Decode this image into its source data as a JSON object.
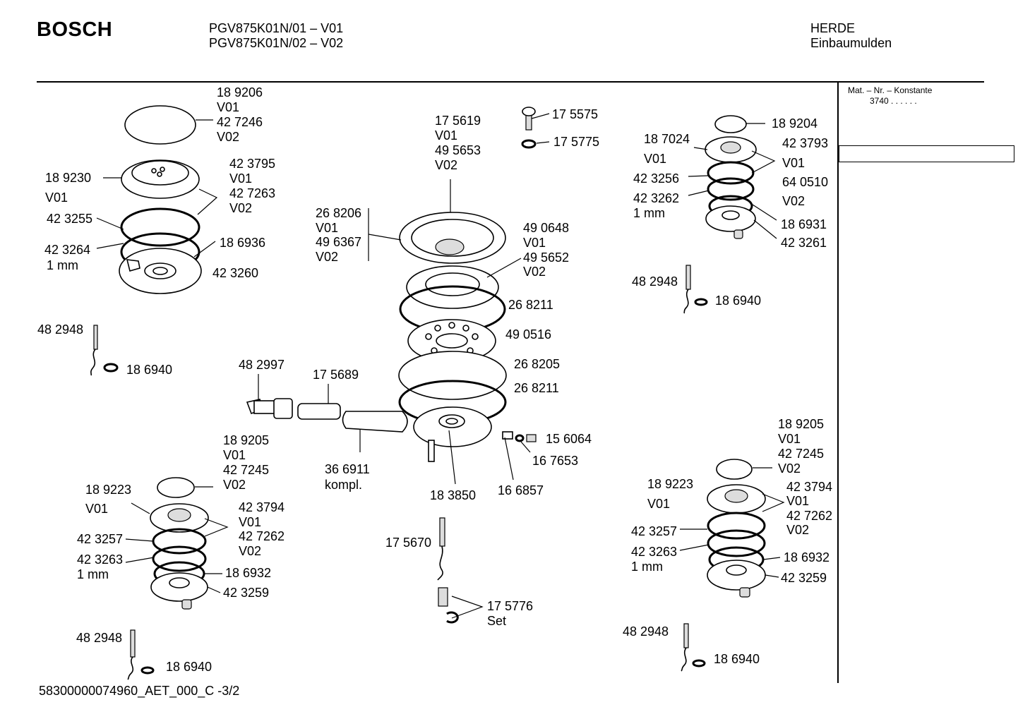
{
  "header": {
    "brand": "BOSCH",
    "model_line_1": "PGV875K01N/01  – V01",
    "model_line_2": "PGV875K01N/02  – V02",
    "category": "HERDE",
    "subcategory": "Einbaumulden"
  },
  "sidebar": {
    "title": "Mat. – Nr. – Konstante",
    "value": "3740  .  .  .  .  .  ."
  },
  "footer": {
    "doc_id": "58300000074960_AET_000_C   -3/2"
  },
  "labels": {
    "tl": [
      "18 9206",
      "V01",
      "42 7246",
      "V02",
      "18 9230",
      "V01",
      "42 3795",
      "V01",
      "42 7263",
      "V02",
      "42 3255",
      "42 3264",
      "1 mm",
      "18 6936",
      "42 3260",
      "48 2948",
      "18 6940"
    ],
    "cen": [
      "17 5619",
      "V01",
      "49 5653",
      "V02",
      "17 5575",
      "17 5775",
      "26 8206",
      "V01",
      "49 6367",
      "V02",
      "49 0648",
      "V01",
      "49 5652",
      "V02",
      "26 8211",
      "49 0516",
      "26 8205",
      "26 8211",
      "48 2997",
      "17 5689",
      "15 6064",
      "16 7653",
      "36 6911",
      "kompl.",
      "18 3850",
      "16 6857",
      "17 5670",
      "17 5776",
      "Set"
    ],
    "tr": [
      "18 9204",
      "18 7024",
      "42 3793",
      "V01",
      "V01",
      "42 3256",
      "64 0510",
      "42 3262",
      "V02",
      "1 mm",
      "18 6931",
      "42 3261",
      "48 2948",
      "18 6940"
    ],
    "bl": [
      "18 9205",
      "V01",
      "42 7245",
      "V02",
      "18 9223",
      "V01",
      "42 3794",
      "V01",
      "42 3257",
      "42 7262",
      "V02",
      "42 3263",
      "1 mm",
      "18 6932",
      "42 3259",
      "48 2948",
      "18 6940"
    ],
    "br": [
      "18 9205",
      "V01",
      "42 7245",
      "V02",
      "18 9223",
      "42 3794",
      "V01",
      "V01",
      "42 7262",
      "42 3257",
      "V02",
      "42 3263",
      "1 mm",
      "18 6932",
      "42 3259",
      "48 2948",
      "18 6940"
    ]
  }
}
